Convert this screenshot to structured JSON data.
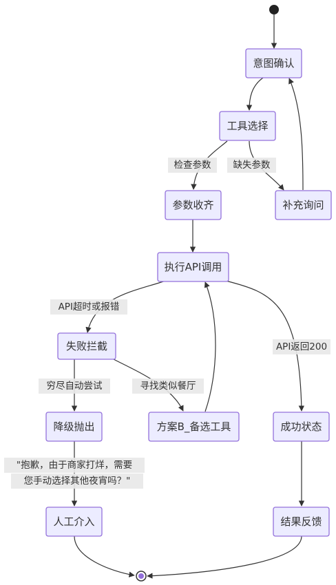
{
  "nodes": {
    "confirm_intent": "意图确认",
    "tool_select": "工具选择",
    "params_complete": "参数收齐",
    "ask_more": "补充询问",
    "call_api": "执行API调用",
    "fail_intercept": "失败拦截",
    "success_state": "成功状态",
    "degrade_raise": "降级抛出",
    "plan_b": "方案B_备选工具",
    "human_intervene": "人工介入",
    "result_feedback": "结果反馈"
  },
  "edges": {
    "check_params": "检查参数",
    "missing_params": "缺失参数",
    "api_timeout_or_error": "API超时或报错",
    "api_returned_200": "API返回200",
    "exhaust_auto_attempts": "穷尽自动尝试",
    "find_similar_restaurant": "寻找类似餐厅",
    "apology_line1": "\"抱歉，由于商家打烊，需要",
    "apology_line2": "您手动选择其他夜宵吗？\""
  }
}
